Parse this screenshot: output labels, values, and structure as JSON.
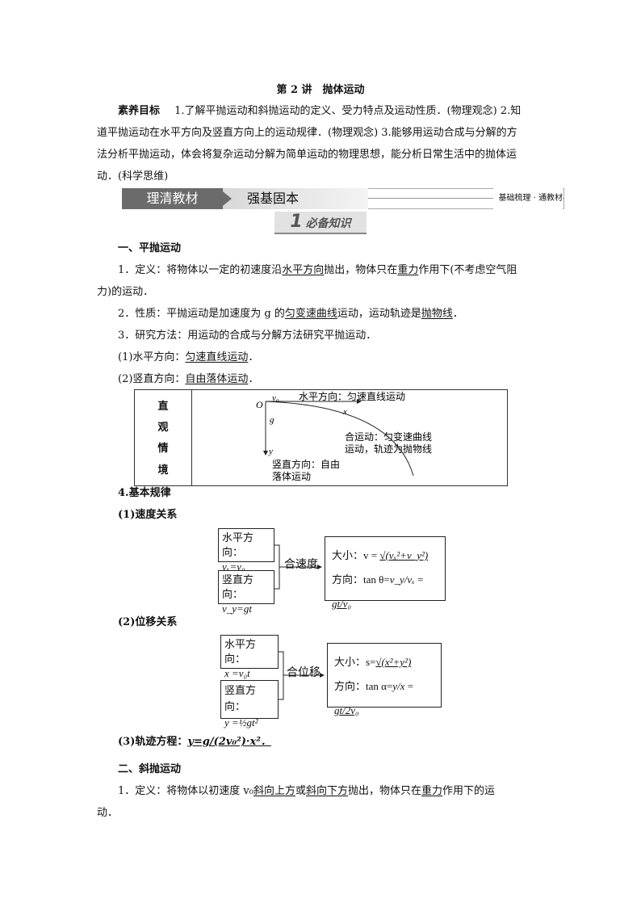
{
  "title": "第 2 讲　抛体运动",
  "objectives": {
    "label": "素养目标",
    "text1": "1.了解平抛运动和斜抛运动的定义、受力特点及运动性质．(物理观念) 2.知",
    "text2": "道平抛运动在水平方向及竖直方向上的运动规律．(物理观念) 3.能够用运动合成与分解的方",
    "text3": "法分析平抛运动，体会将复杂运动分解为简单运动的物理思想，能分析日常生活中的抛体运",
    "text4": "动．(科学思维)"
  },
  "banner": {
    "left": "理清教材",
    "mid": "强基固本",
    "right": "基础梳理 · 通教材"
  },
  "section_badge": {
    "num": "1",
    "text": "必备知识"
  },
  "part1": {
    "heading": "一、平抛运动",
    "def_a": "1．定义：将物体以一定的初速度沿",
    "def_u1": "水平方向",
    "def_b": "抛出，物体只在",
    "def_u2": "重力",
    "def_c": "作用下(不考虑空气阻",
    "def_d": "力)的运动．",
    "nature_a": "2．性质：平抛运动是加速度为 g 的",
    "nature_u1": "匀变速曲线",
    "nature_b": "运动，运动轨迹是",
    "nature_u2": "抛物线",
    "nature_c": "．",
    "method": "3．研究方法：用运动的合成与分解方法研究平抛运动．",
    "h_a": "(1)水平方向：",
    "h_u": "匀速直线运动",
    "h_b": "．",
    "v_a": "(2)竖直方向：",
    "v_u": "自由落体运动",
    "v_b": "．"
  },
  "intuitive": {
    "label": [
      "直",
      "观",
      "情",
      "境"
    ],
    "o": "O",
    "v0": "v₀",
    "hlabel": "水平方向：匀速直线运动",
    "x": "x",
    "g": "g",
    "y": "y",
    "combined1": "合运动：匀变速曲线",
    "combined2": "运动，轨迹为抛物线",
    "vert1": "竖直方向：自由",
    "vert2": "落体运动"
  },
  "laws": {
    "heading": "4.基本规律",
    "vel_heading": "(1)速度关系",
    "vel": {
      "h_title": "水平方向：",
      "h_eq": "vₓ=v₀",
      "v_title": "竖直方向：",
      "v_eq": "v_y=gt",
      "mid": "合速度",
      "size_label": "大小：v =",
      "size_eq": "√(vₓ²+v_y²)",
      "dir_label": "方向：tan θ=",
      "dir_eq1": "v_y/vₓ",
      "dir_eq2": "gt/v₀"
    },
    "disp_heading": "(2)位移关系",
    "disp": {
      "h_title": "水平方向：",
      "h_eq": "x =v₀t",
      "v_title": "竖直方向：",
      "v_eq": "y =½gt²",
      "mid": "合位移",
      "size_label": "大小：s=",
      "size_eq": "√(x²+y²)",
      "dir_label": "方向：tan α=",
      "dir_eq1": "y/x",
      "dir_eq2": "gt/2v₀"
    },
    "traj_label": "(3)轨迹方程：",
    "traj_eq": "y=g/(2v₀²)·x²．"
  },
  "part2": {
    "heading": "二、斜抛运动",
    "def_a": "1．定义：将物体以初速度 v₀",
    "def_u1": "斜向上方",
    "def_b": "或",
    "def_u2": "斜向下方",
    "def_c": "抛出，物体只在",
    "def_u3": "重力",
    "def_d": "作用下的运",
    "def_e": "动．"
  }
}
